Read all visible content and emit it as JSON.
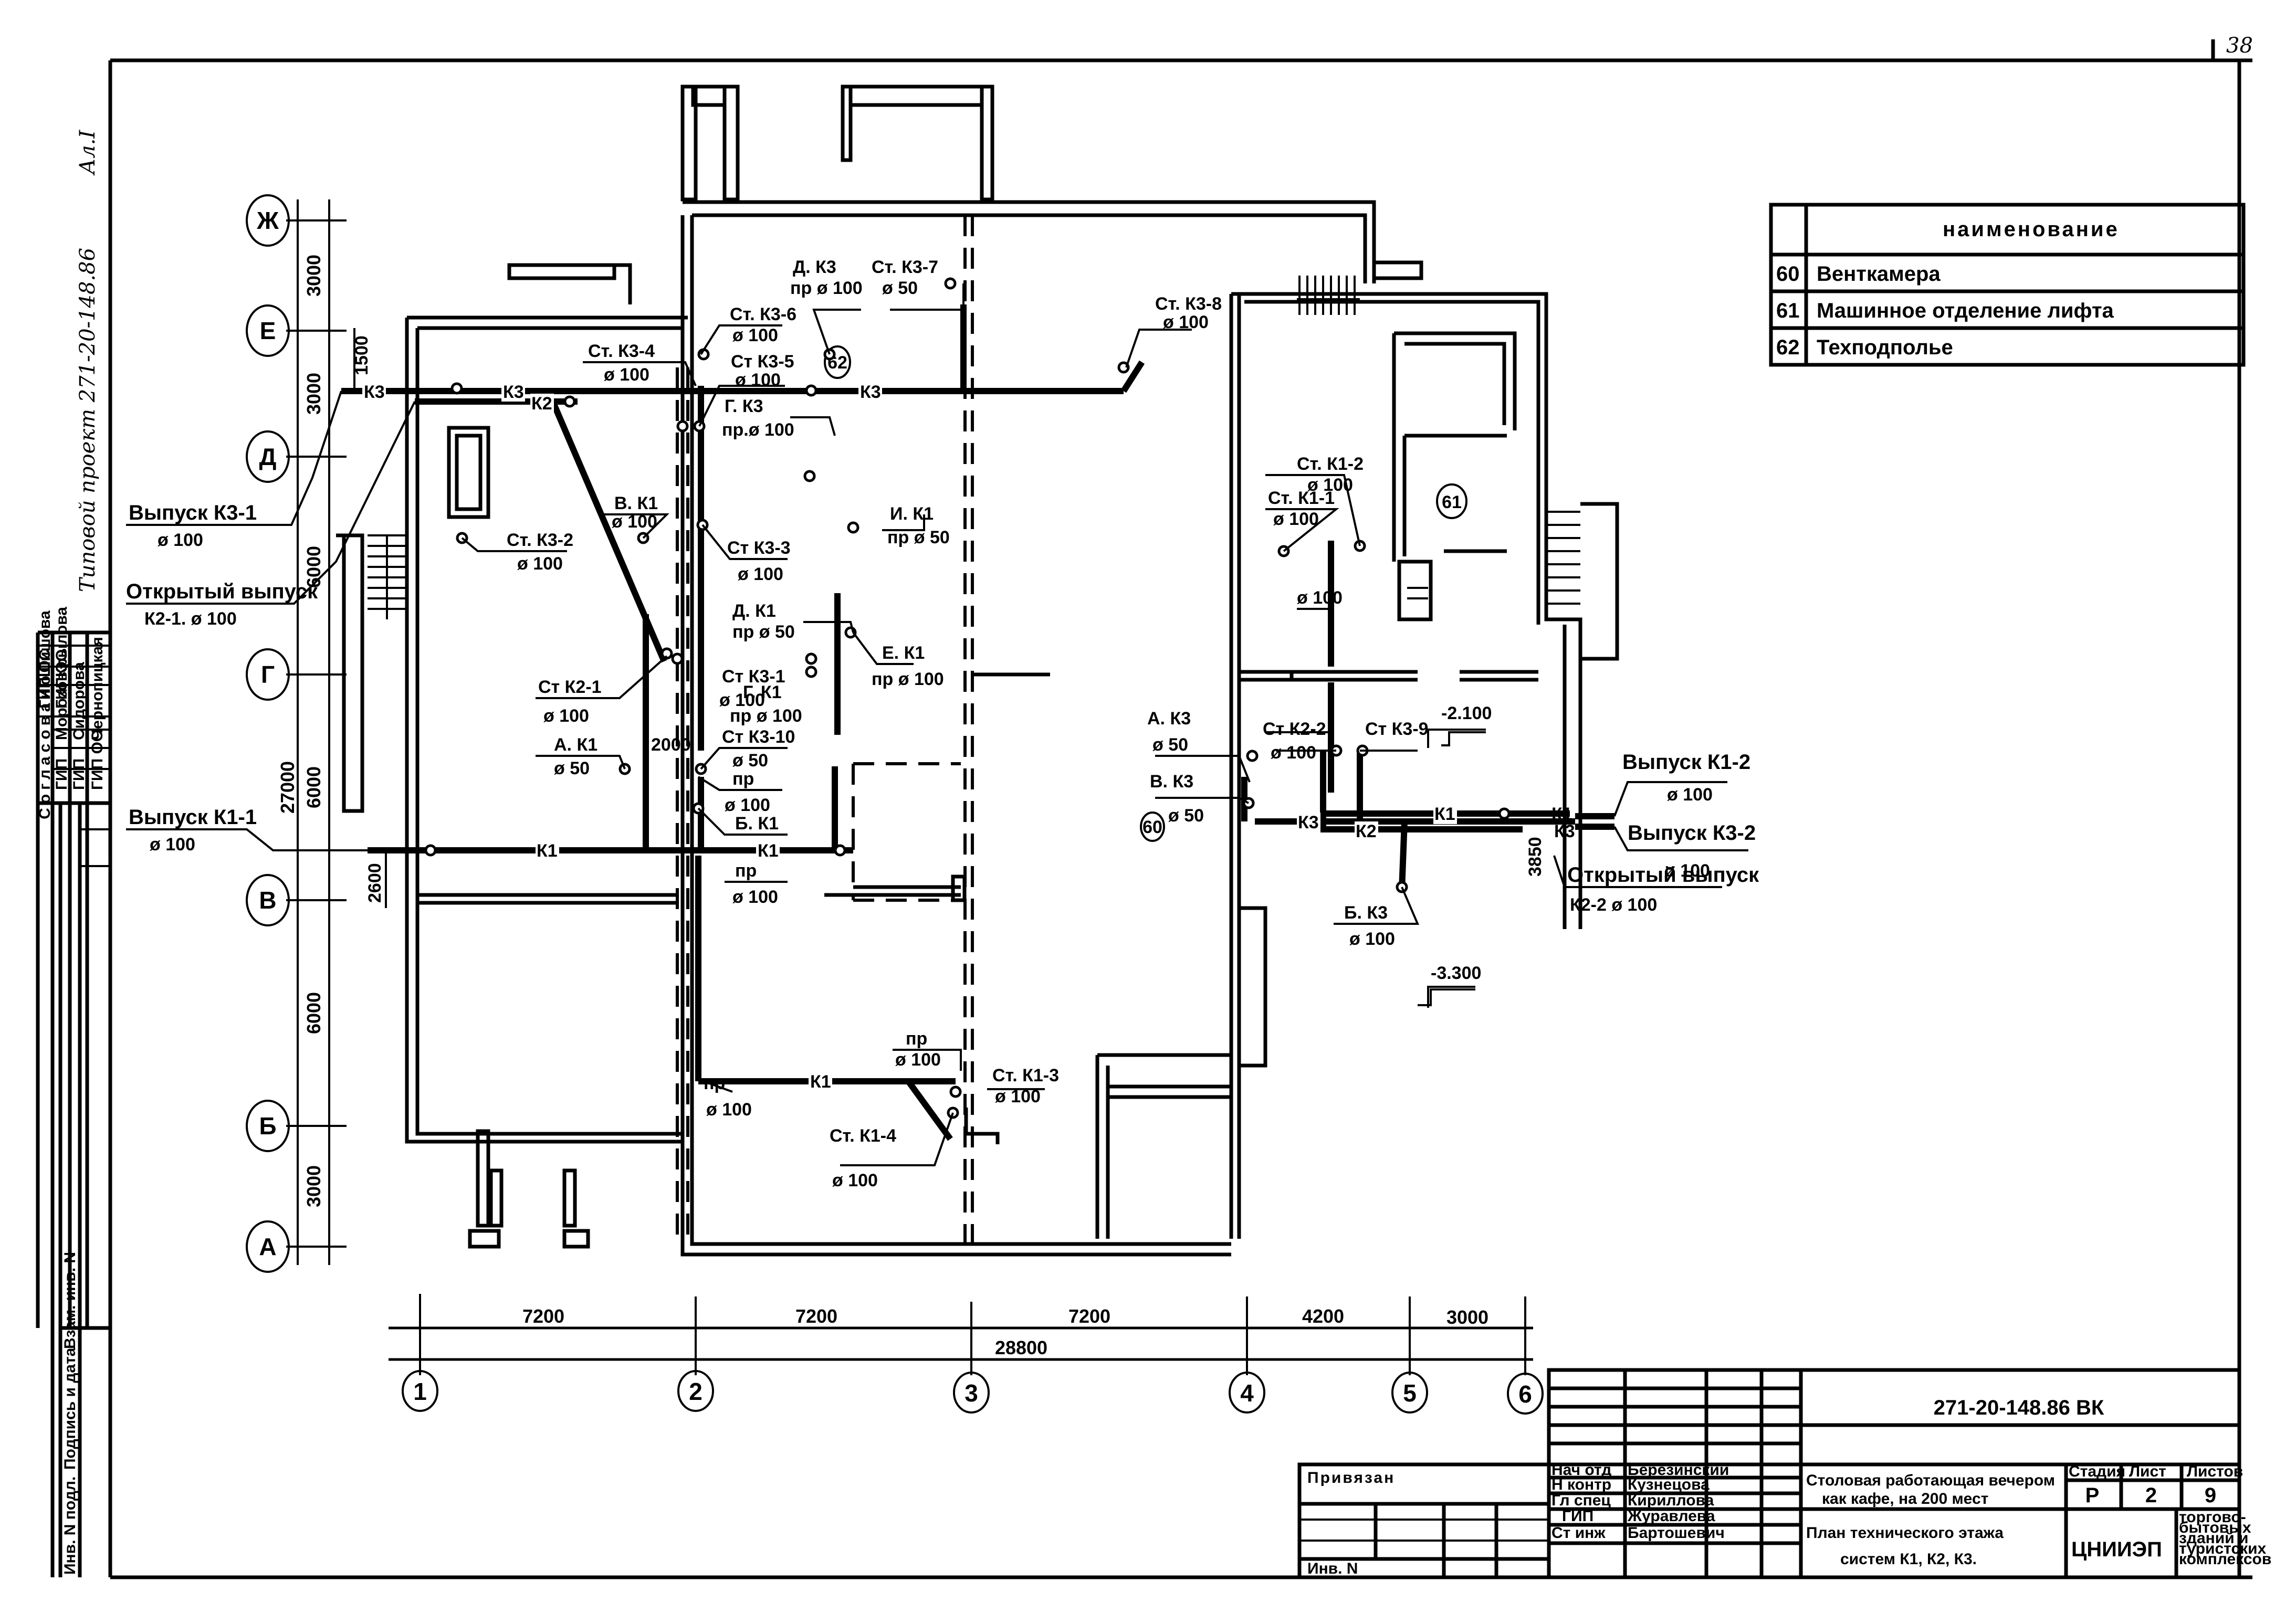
{
  "sheet": {
    "page_number": "38",
    "side_note": "Типовой проект 271-20-148.86",
    "album": "Ал.I"
  },
  "legend": {
    "header": "наименование",
    "rows": [
      {
        "code": "60",
        "name": "Венткамера"
      },
      {
        "code": "61",
        "name": "Машинное отделение лифта"
      },
      {
        "code": "62",
        "name": "Техподполье"
      }
    ]
  },
  "axes": {
    "rows": [
      "Ж",
      "Е",
      "Д",
      "Г",
      "В",
      "Б",
      "А"
    ],
    "columns": [
      "1",
      "2",
      "3",
      "4",
      "5",
      "6"
    ]
  },
  "dimensions": {
    "vertical": [
      "3000",
      "3000",
      "6000",
      "6000",
      "6000",
      "3000"
    ],
    "vertical_total": "27000",
    "horizontal": [
      "7200",
      "7200",
      "7200",
      "4200",
      "3000"
    ],
    "horizontal_total": "28800",
    "local": [
      "1500",
      "2600",
      "2000",
      "3850"
    ],
    "elevations": [
      "-2.100",
      "-3.300"
    ]
  },
  "pipe_labels": {
    "k3": "К3",
    "k2": "К2",
    "k1": "К1"
  },
  "annotations": [
    {
      "id": "vypusk-k3-1",
      "title": "Выпуск К3-1",
      "sub": "ø 100"
    },
    {
      "id": "open-vypusk-k2-1",
      "title": "Открытый выпуск",
      "sub": "К2-1. ø 100"
    },
    {
      "id": "vypusk-k1-1",
      "title": "Выпуск К1-1",
      "sub": "ø 100"
    },
    {
      "id": "st-k3-4",
      "title": "Ст. К3-4",
      "sub": "ø 100"
    },
    {
      "id": "st-k3-2",
      "title": "Ст. К3-2",
      "sub": "ø 100"
    },
    {
      "id": "v-k1",
      "title": "В. К1",
      "sub": "ø 100"
    },
    {
      "id": "st-k2-1",
      "title": "Ст К2-1",
      "sub": "ø 100"
    },
    {
      "id": "a-k1",
      "title": "А. К1",
      "sub": "ø 50"
    },
    {
      "id": "st-k3-6",
      "title": "Ст. К3-6",
      "sub": "ø 100"
    },
    {
      "id": "st-k3-5",
      "title": "Ст К3-5",
      "sub": "ø 100"
    },
    {
      "id": "g-k3",
      "title": "Г. К3",
      "sub": "пр.ø 100"
    },
    {
      "id": "d-k3",
      "title": "Д. К3",
      "sub": "пр ø 100"
    },
    {
      "id": "st-k3-7",
      "title": "Ст. К3-7",
      "sub": "ø 50"
    },
    {
      "id": "st-k3-8",
      "title": "Ст. К3-8",
      "sub": "ø 100"
    },
    {
      "id": "st-k3-3",
      "title": "Ст К3-3",
      "sub": "ø 100"
    },
    {
      "id": "i-k1",
      "title": "И. К1",
      "sub": "пр ø 50"
    },
    {
      "id": "d-k1",
      "title": "Д. К1",
      "sub": "пр ø 50"
    },
    {
      "id": "e-k1",
      "title": "Е. К1",
      "sub": "пр ø 100"
    },
    {
      "id": "st-k3-1",
      "title": "Ст К3-1",
      "sub": "ø 100"
    },
    {
      "id": "g-k1",
      "title": "Г. К1",
      "sub": "пр ø 100"
    },
    {
      "id": "st-k3-10",
      "title": "Ст К3-10",
      "sub": "ø 50"
    },
    {
      "id": "pr-100-a",
      "title": "пр",
      "sub": "ø 100"
    },
    {
      "id": "b-k1",
      "title": "Б. К1",
      "sub": ""
    },
    {
      "id": "pr-100-b",
      "title": "пр",
      "sub": "ø 100"
    },
    {
      "id": "pr-100-c",
      "title": "пр",
      "sub": "ø 100"
    },
    {
      "id": "pr-100-d",
      "title": "пр",
      "sub": "ø 100"
    },
    {
      "id": "st-k1-3",
      "title": "Ст. К1-3",
      "sub": "ø 100"
    },
    {
      "id": "st-k1-4",
      "title": "Ст. К1-4",
      "sub": "ø 100"
    },
    {
      "id": "st-k1-2",
      "title": "Ст. К1-2",
      "sub": "ø 100"
    },
    {
      "id": "st-k1-1",
      "title": "Ст. К1-1",
      "sub": "ø 100"
    },
    {
      "id": "d100-riser",
      "title": "",
      "sub": "ø 100"
    },
    {
      "id": "a-k3",
      "title": "А. К3",
      "sub": "ø 50"
    },
    {
      "id": "v-k3",
      "title": "В. К3",
      "sub": "ø 50"
    },
    {
      "id": "st-k2-2",
      "title": "Ст К2-2",
      "sub": "ø 100"
    },
    {
      "id": "st-k3-9",
      "title": "Ст К3-9",
      "sub": ""
    },
    {
      "id": "b-k3",
      "title": "Б. К3",
      "sub": "ø 100"
    },
    {
      "id": "vypusk-k1-2",
      "title": "Выпуск К1-2",
      "sub": "ø 100"
    },
    {
      "id": "vypusk-k3-2",
      "title": "Выпуск К3-2",
      "sub": "ø 100"
    },
    {
      "id": "open-vypusk-k2-2",
      "title": "Открытый выпуск",
      "sub": "К2-2  ø 100"
    }
  ],
  "room_tags": [
    "62",
    "61",
    "60"
  ],
  "approval_stamp": {
    "title": "Согласовано",
    "rows": [
      {
        "role": "ГИП",
        "name": "Морозов"
      },
      {
        "role": "ГИП",
        "name": "Сидорова"
      },
      {
        "role": "ГИП ОС",
        "name": "Чернопицкая"
      },
      {
        "role": "ГИП ОС",
        "name": "Шишова"
      },
      {
        "role": "ГИП ЭО",
        "name": "Крылова"
      }
    ],
    "inventory": [
      "Инв. N подл.",
      "Подпись и дата",
      "Взам. инв. N"
    ]
  },
  "binding_block": {
    "title": "Привязан",
    "inv_label": "Инв. N"
  },
  "title_block": {
    "doc_code": "271-20-148.86 ВК",
    "staff": [
      {
        "role": "Нач отд",
        "name": "Березинский"
      },
      {
        "role": "Н контр",
        "name": "Кузнецова"
      },
      {
        "role": "Гл спец",
        "name": "Кириллова"
      },
      {
        "role": "ГИП",
        "name": "Журавлева"
      },
      {
        "role": "Ст инж",
        "name": "Бартошевич"
      }
    ],
    "project_name": "Столовая работающая вечером как кафе, на 200 мест",
    "project_name_lines": [
      "Столовая работающая вечером",
      "как кафе, на 200 мест"
    ],
    "sheet_title_lines": [
      "План технического этажа",
      "систем К1, К2, К3."
    ],
    "stage_label": "Стадия",
    "sheet_label": "Лист",
    "sheets_label": "Листов",
    "stage": "Р",
    "sheet": "2",
    "sheets": "9",
    "org": "ЦНИИЭП",
    "org_sub": [
      "торгово-",
      "бытовых",
      "зданий и",
      "туристских",
      "комплексов"
    ]
  }
}
